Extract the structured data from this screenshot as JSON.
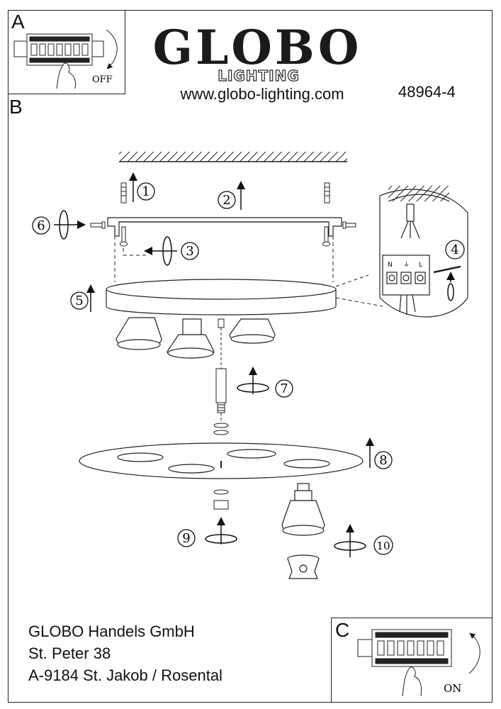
{
  "brand": {
    "name": "GLOBO",
    "sub": "LIGHTING",
    "website": "www.globo-lighting.com",
    "product_code": "48964-4"
  },
  "panels": {
    "a": "A",
    "b": "B",
    "c": "C",
    "a_state": "OFF",
    "c_state": "ON"
  },
  "steps": [
    "1",
    "2",
    "3",
    "4",
    "5",
    "6",
    "7",
    "8",
    "9",
    "10"
  ],
  "wiring": {
    "n": "N",
    "earth": "⏚",
    "l": "L"
  },
  "address": {
    "line1": "GLOBO Handels GmbH",
    "line2": "St. Peter 38",
    "line3": "A-9184 St. Jakob / Rosental"
  }
}
